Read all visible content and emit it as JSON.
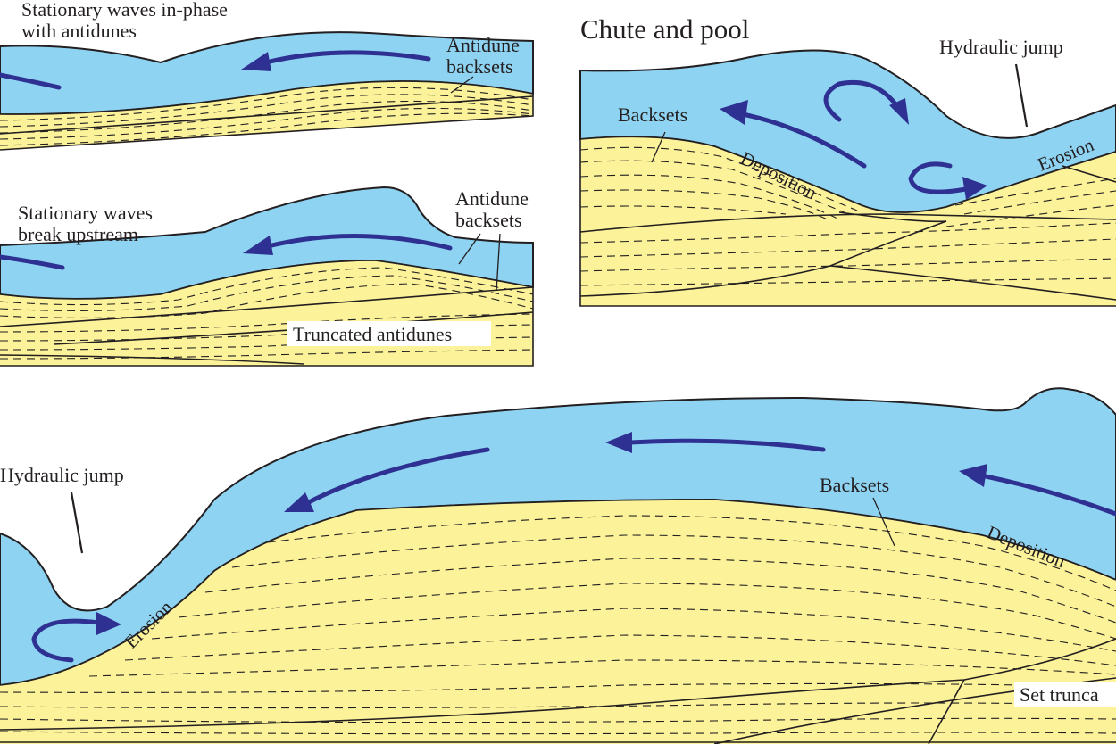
{
  "panel_top_left": {
    "title_line1": "Stationary waves in-phase",
    "title_line2": "with antidunes",
    "label_backsets_line1": "Antidune",
    "label_backsets_line2": "backsets"
  },
  "panel_mid_left": {
    "title_line1": "Stationary waves",
    "title_line2": "break upstream",
    "label_backsets_line1": "Antidune",
    "label_backsets_line2": "backsets",
    "label_truncated": "Truncated antidunes"
  },
  "panel_top_right": {
    "title": "Chute and pool",
    "label_hydraulic_jump": "Hydraulic jump",
    "label_backsets": "Backsets",
    "label_deposition": "Deposition",
    "label_erosion": "Erosion"
  },
  "panel_bottom": {
    "label_hydraulic_jump": "Hydraulic jump",
    "label_backsets": "Backsets",
    "label_deposition": "Deposition",
    "label_erosion": "Erosion",
    "label_set_truncation": "Set trunca"
  },
  "colors": {
    "water": "#8fd3f2",
    "sand": "#fbf29a",
    "flow_arrow": "#2e3192",
    "outline": "#231f20"
  }
}
